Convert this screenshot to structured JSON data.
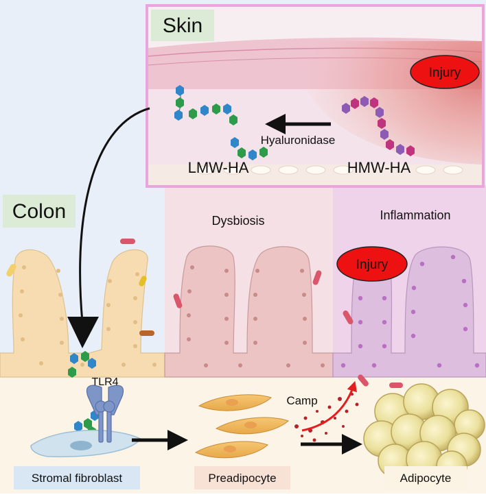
{
  "skin_panel": {
    "title": "Skin",
    "injury_label": "Injury",
    "enzyme_label": "Hyaluronidase",
    "lmw_label": "LMW-HA",
    "hmw_label": "HMW-HA"
  },
  "colon_panel": {
    "title": "Colon",
    "dysbiosis_label": "Dysbiosis",
    "inflammation_label": "Inflammation",
    "injury_label": "Injury",
    "receptor_label": "TLR4",
    "camp_label": "Camp"
  },
  "cell_labels": {
    "stromal": "Stromal fibroblast",
    "preadipocyte": "Preadipocyte",
    "adipocyte": "Adipocyte"
  },
  "colors": {
    "skin_border": "#e9a6dd",
    "skin_title_bg": "#dcebd6",
    "colon_left_bg": "#e9eff9",
    "colon_mid_bg": "#f5e0e6",
    "colon_right_bg": "#efd3ea",
    "submucosa_bg": "#fbf4e7",
    "injury_red": "#ee1111",
    "camp_arrow": "#e31e1e",
    "ha_blue": "#2f86c8",
    "ha_green": "#2e9b4b",
    "ha_purple": "#8d5bb3",
    "ha_magenta": "#c0347e",
    "fibroblast_label_bg": "#d9e7f5",
    "preadipocyte_label_bg": "#f8e2d6",
    "adipocyte_label_bg": "#fbf3e3"
  }
}
